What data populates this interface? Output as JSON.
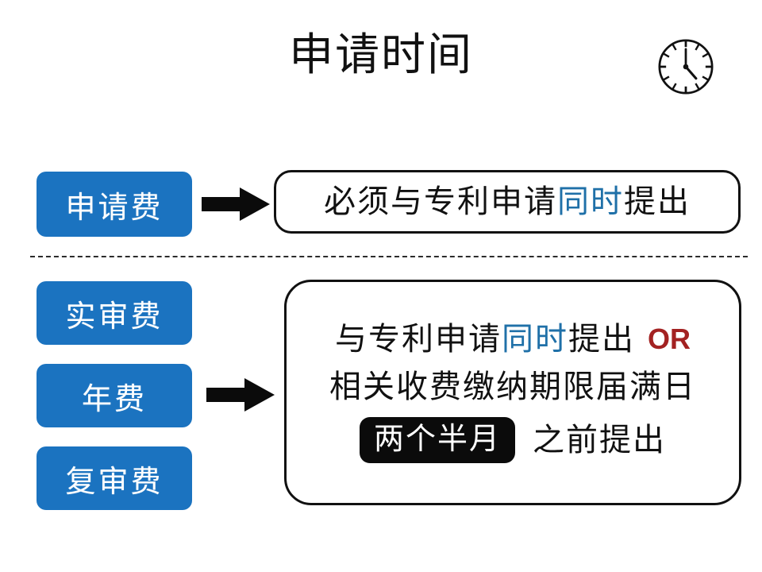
{
  "header": {
    "title": "申请时间",
    "clock_icon": "clock-icon",
    "clock_time": "4:00"
  },
  "divider": {
    "style": "dashed",
    "color": "#2b2b2b"
  },
  "colors": {
    "chip_blue": "#1b73c0",
    "highlight_blue": "#1f70a8",
    "or_red": "#a32222",
    "badge_black": "#0b0b0b",
    "border_black": "#111111",
    "background": "#ffffff"
  },
  "sections": [
    {
      "id": "application-fee",
      "chips": [
        {
          "label": "申请费"
        }
      ],
      "arrow": "right-arrow-icon",
      "statement": {
        "lines": [
          {
            "parts": [
              {
                "text": "必须与专利申请",
                "style": "plain"
              },
              {
                "text": "同时",
                "style": "blue"
              },
              {
                "text": "提出",
                "style": "plain"
              }
            ]
          }
        ]
      }
    },
    {
      "id": "other-fees",
      "chips": [
        {
          "label": "实审费"
        },
        {
          "label": "年费"
        },
        {
          "label": "复审费"
        }
      ],
      "arrow": "right-arrow-icon",
      "statement": {
        "lines": [
          {
            "parts": [
              {
                "text": "与专利申请",
                "style": "plain"
              },
              {
                "text": "同时",
                "style": "blue"
              },
              {
                "text": "提出",
                "style": "plain"
              },
              {
                "text": "OR",
                "style": "red"
              }
            ]
          },
          {
            "parts": [
              {
                "text": "相关收费缴纳期限届满日",
                "style": "plain"
              }
            ]
          },
          {
            "parts": [
              {
                "text": "两个半月",
                "style": "badge"
              },
              {
                "text": "之前提出",
                "style": "plain-tail"
              }
            ]
          }
        ]
      }
    }
  ]
}
